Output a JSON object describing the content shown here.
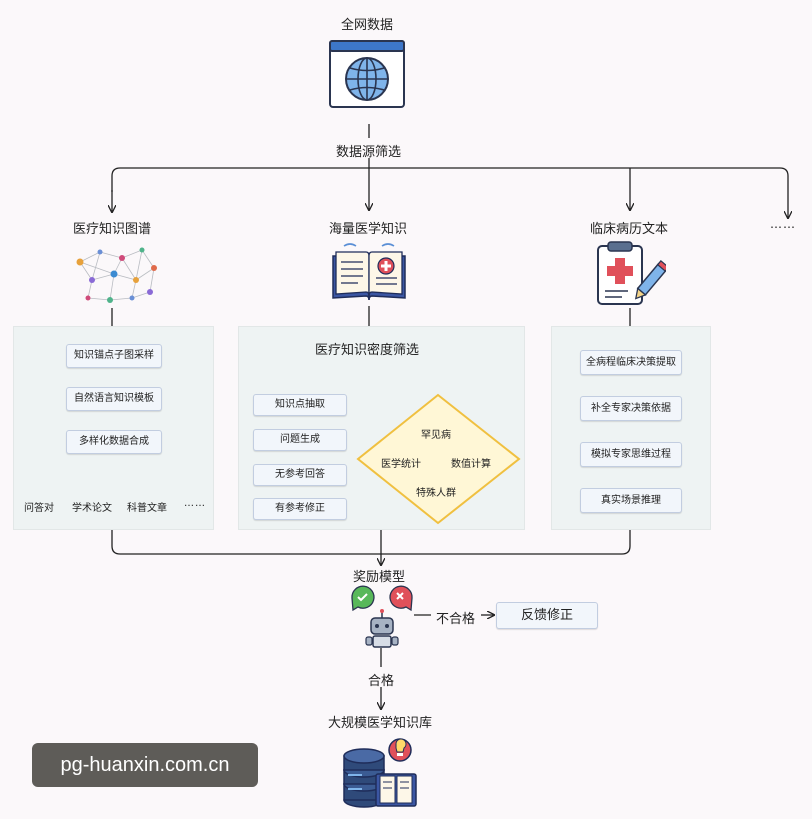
{
  "source": {
    "label": "全网数据"
  },
  "filter": {
    "label": "数据源筛选"
  },
  "columns": {
    "kg": {
      "title": "医疗知识图谱",
      "steps": [
        "知识锚点子图采样",
        "自然语言知识模板",
        "多样化数据合成"
      ],
      "outputs": [
        "问答对",
        "学术论文",
        "科普文章",
        "……"
      ]
    },
    "knowledge": {
      "title": "海量医学知识",
      "density_label": "医疗知识密度筛选",
      "steps": [
        "知识点抽取",
        "问题生成",
        "无参考回答",
        "有参考修正"
      ],
      "diamond": [
        "罕见病",
        "医学统计",
        "数值计算",
        "特殊人群"
      ]
    },
    "clinical": {
      "title": "临床病历文本",
      "steps": [
        "全病程临床决策提取",
        "补全专家决策依据",
        "模拟专家思维过程",
        "真实场景推理"
      ]
    },
    "more": "……"
  },
  "reward": {
    "title": "奖励模型",
    "fail_label": "不合格",
    "fail_box": "反馈修正",
    "pass_label": "合格"
  },
  "output": {
    "label": "大规模医学知识库"
  },
  "watermark": "pg-huanxin.com.cn",
  "colors": {
    "arrow": "#222222",
    "panel": "#eef3f3",
    "node": "#f2f6fb",
    "diamond": "#fff7d6",
    "diamond_border": "#f0c040"
  }
}
